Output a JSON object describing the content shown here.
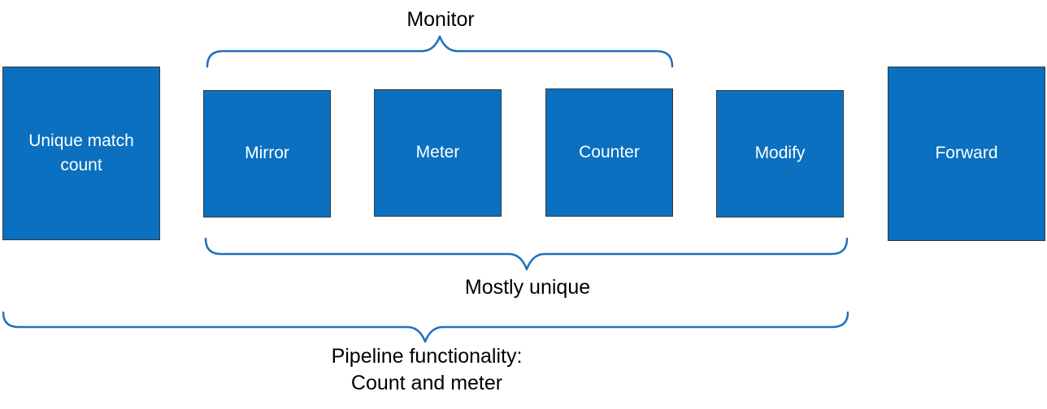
{
  "diagram": {
    "boxes": [
      {
        "label": "Unique match count"
      },
      {
        "label": "Mirror"
      },
      {
        "label": "Meter"
      },
      {
        "label": "Counter"
      },
      {
        "label": "Modify"
      },
      {
        "label": "Forward"
      }
    ],
    "braces": {
      "monitor": {
        "label": "Monitor"
      },
      "mostly_unique": {
        "label": "Mostly unique"
      },
      "pipeline": {
        "label_line1": "Pipeline functionality:",
        "label_line2": "Count and meter"
      }
    },
    "colors": {
      "box_fill": "#0a70bf",
      "box_border": "#3a3a3a",
      "box_text": "#ffffff",
      "brace_stroke": "#1f70c1",
      "label_text": "#000000",
      "background": "#ffffff"
    }
  }
}
